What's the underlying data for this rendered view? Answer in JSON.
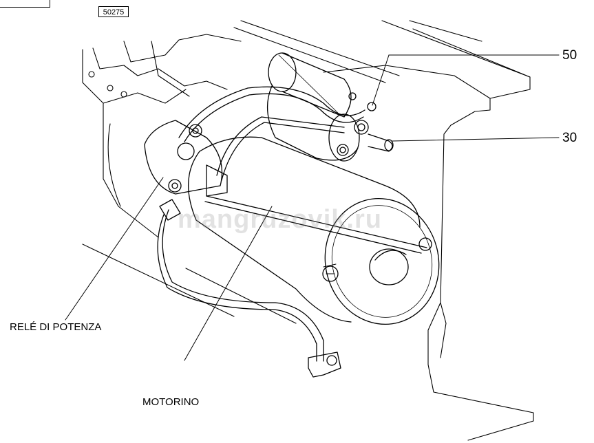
{
  "figure": {
    "code": "50275",
    "watermark": "mangruzovik.ru"
  },
  "callouts": {
    "terminal_50": "50",
    "terminal_30": "30",
    "power_relay": "RELÉ DI POTENZA",
    "motor": "MOTORINO"
  },
  "colors": {
    "line": "#000000",
    "background": "#ffffff"
  }
}
